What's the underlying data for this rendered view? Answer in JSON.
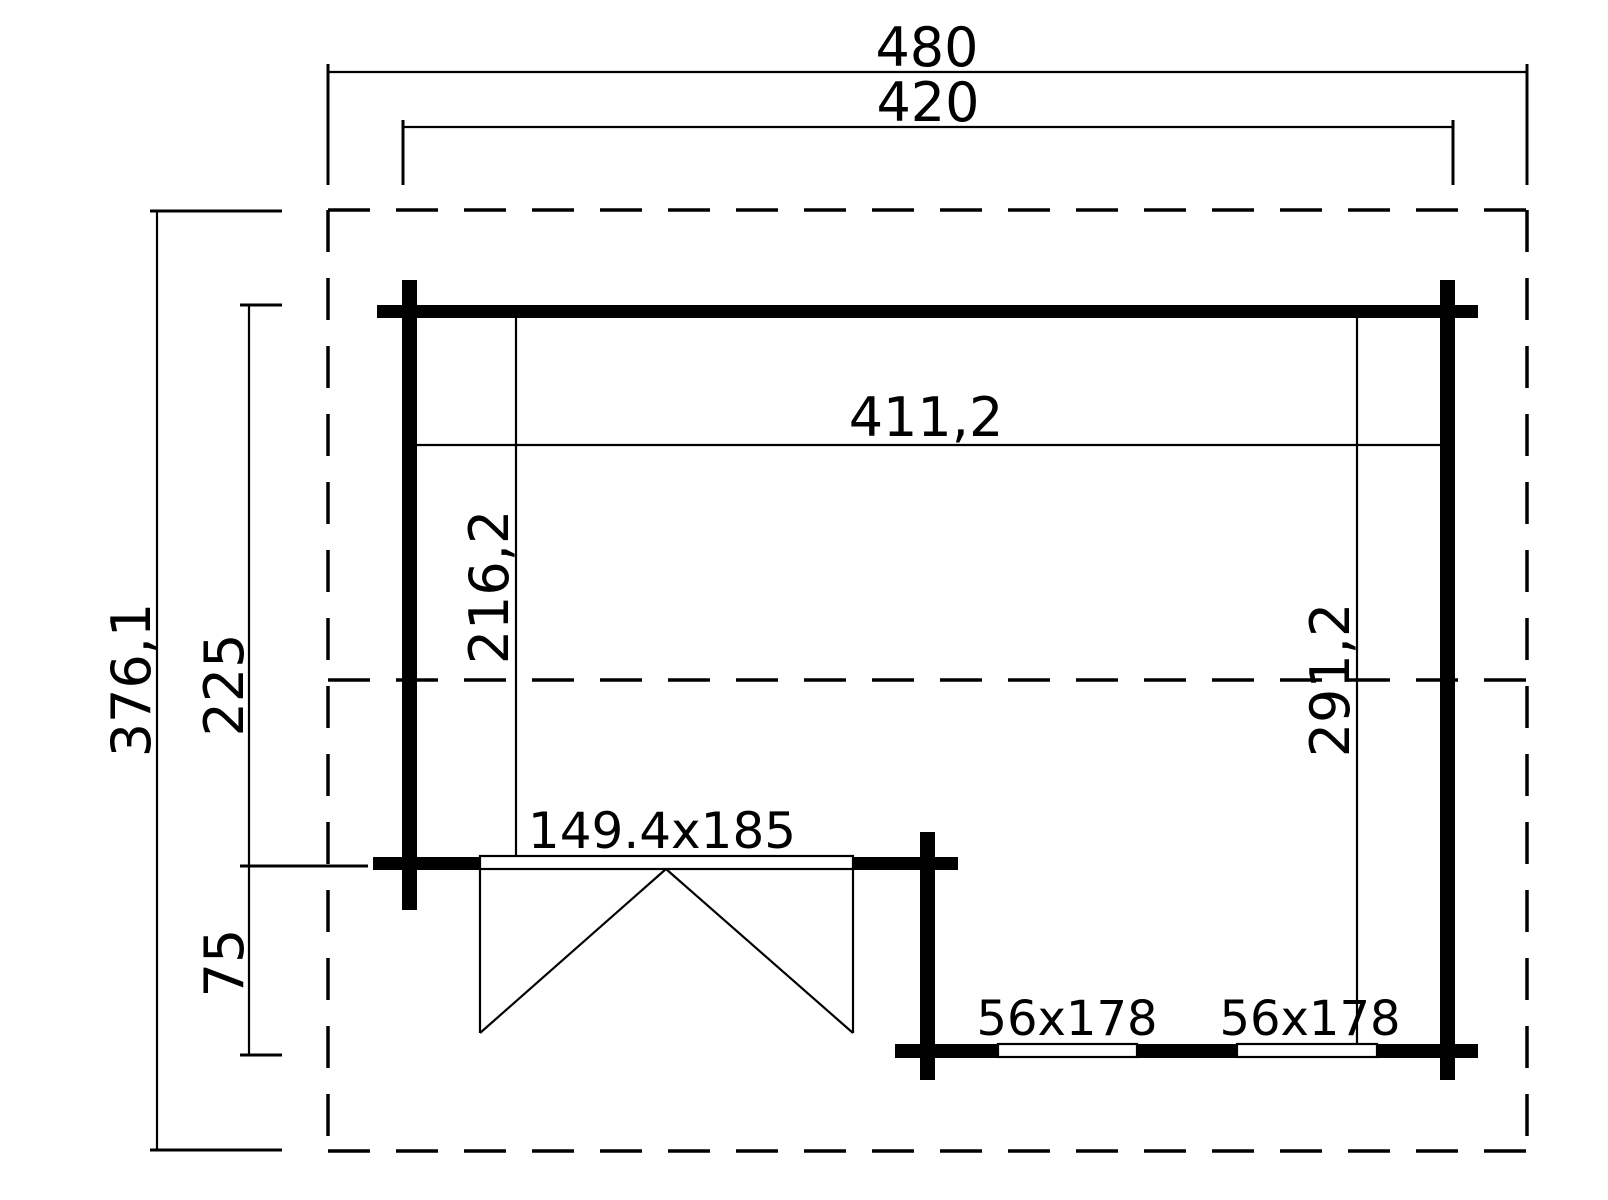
{
  "plan": {
    "title": "log-cabin-floor-plan",
    "colors": {
      "line": "#000000",
      "background": "#ffffff"
    },
    "dimensions": {
      "roof_width": "480",
      "wall_width": "420",
      "roof_depth": "376,1",
      "main_room_depth": "225",
      "porch_depth": "75",
      "interior_width": "411,2",
      "interior_depth_front": "216,2",
      "interior_depth_right": "291,2"
    },
    "openings": {
      "double_door_size": "149.4x185",
      "window_left_size": "56x178",
      "window_right_size": "56x178"
    }
  }
}
